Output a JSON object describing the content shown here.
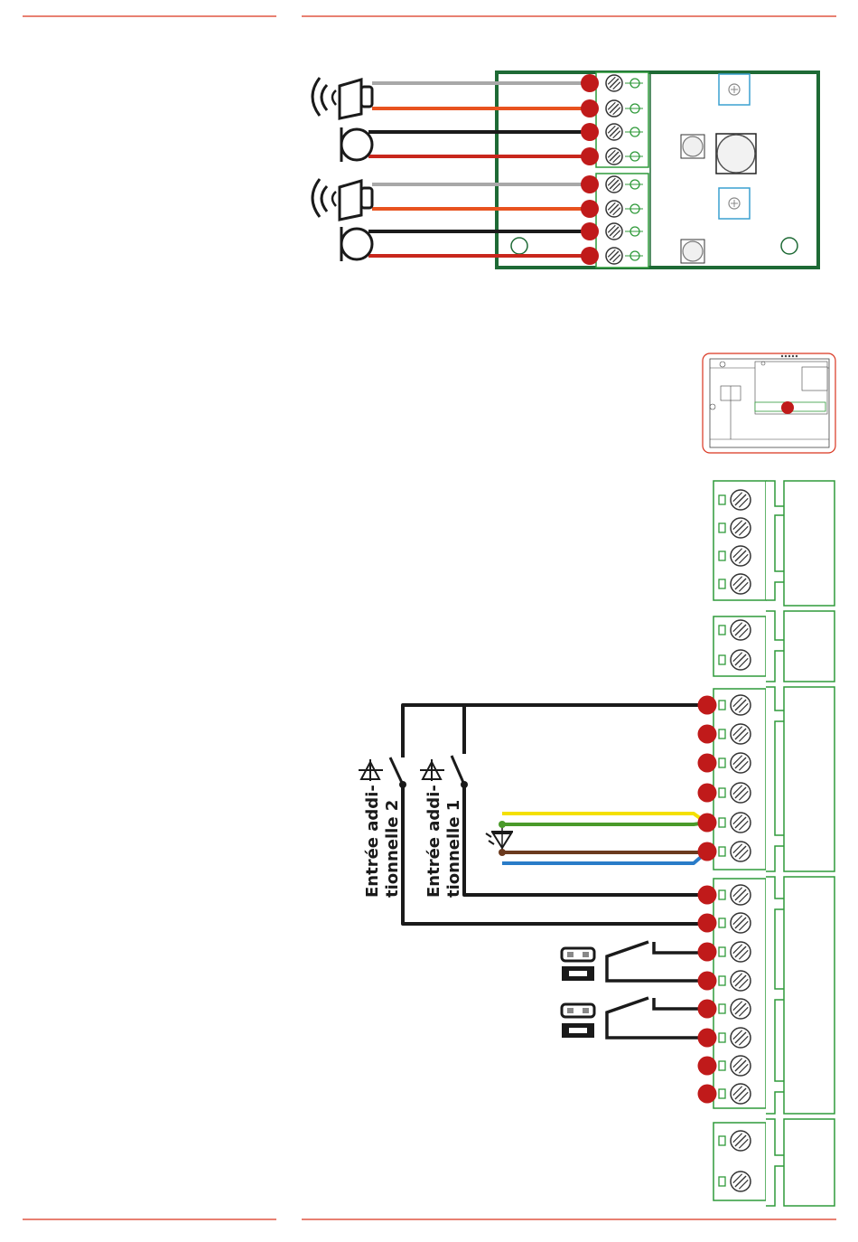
{
  "colors": {
    "rule": "#d9341f",
    "terminal_dot": "#c01a1a",
    "board_outline": "#1e6a35",
    "terminal_green": "#2f9a3a",
    "wire_black": "#1a1a1a",
    "wire_red": "#c8261c",
    "wire_orange": "#e8521f",
    "wire_grey": "#a8a8a8",
    "wire_yellow": "#f4e000",
    "wire_green": "#4a9a2a",
    "wire_brown": "#6b3a1e",
    "wire_blue": "#2a7cc8",
    "trimmer_blue": "#3aa0d0"
  },
  "icons": [
    "speaker-icon",
    "microphone-icon",
    "pushbutton-icon",
    "led-icon",
    "jumper-icon",
    "screw-terminal-icon"
  ],
  "labels": {
    "input2_line1": "Entrée addi-",
    "input2_line2": "tionnelle 2",
    "input1_line1": "Entrée addi-",
    "input1_line2": "tionnelle 1"
  }
}
